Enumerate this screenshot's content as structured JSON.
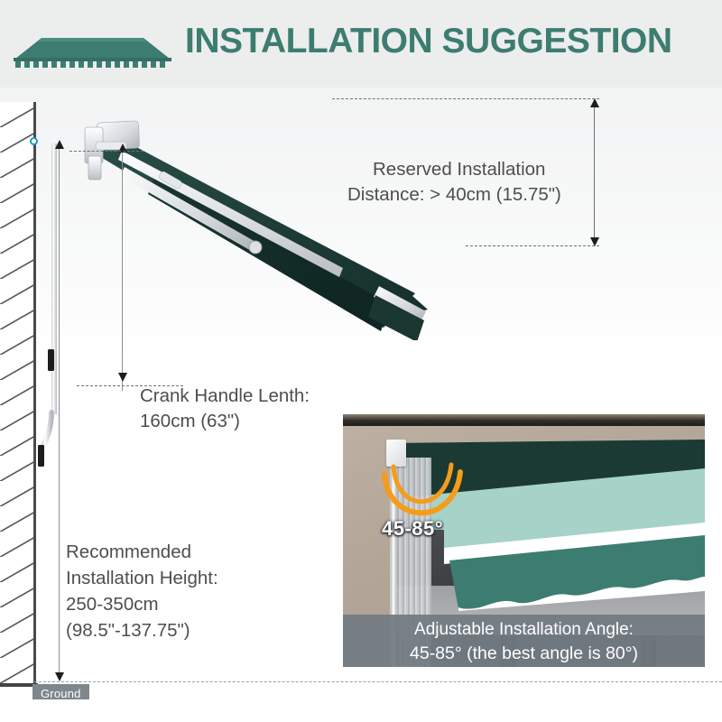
{
  "header": {
    "title": "INSTALLATION SUGGESTION",
    "icon_name": "awning-icon",
    "accent_color": "#3d7d71",
    "background_color": "#eceded"
  },
  "diagram": {
    "wall_label": "Ground",
    "marker_color": "#2196c9",
    "awning_fabric_color": "#1e3a35",
    "frame_color": "#e8eaec",
    "labels": {
      "reserved_line1": "Reserved Installation",
      "reserved_line2": "Distance: > 40cm (15.75\")",
      "crank_line1": "Crank Handle Lenth:",
      "crank_line2": "160cm (63\")",
      "height_line1": "Recommended",
      "height_line2": "Installation Height:",
      "height_line3": "250-350cm",
      "height_line4": "(98.5\"-137.75\")"
    }
  },
  "inset": {
    "angle_overlay": "45-85°",
    "caption_line1": "Adjustable Installation Angle:",
    "caption_line2": "45-85° (the best angle is 80°)",
    "caption_background": "#717981",
    "arc_color": "#f59c1a"
  },
  "chart_data": {
    "type": "table",
    "title": "INSTALLATION SUGGESTION",
    "categories": [
      "Reserved Installation Distance",
      "Crank Handle Lenth",
      "Recommended Installation Height",
      "Adjustable Installation Angle"
    ],
    "values": [
      "> 40cm (15.75\")",
      "160cm (63\")",
      "250-350cm (98.5\"-137.75\")",
      "45-85° (the best angle is 80°)"
    ]
  }
}
